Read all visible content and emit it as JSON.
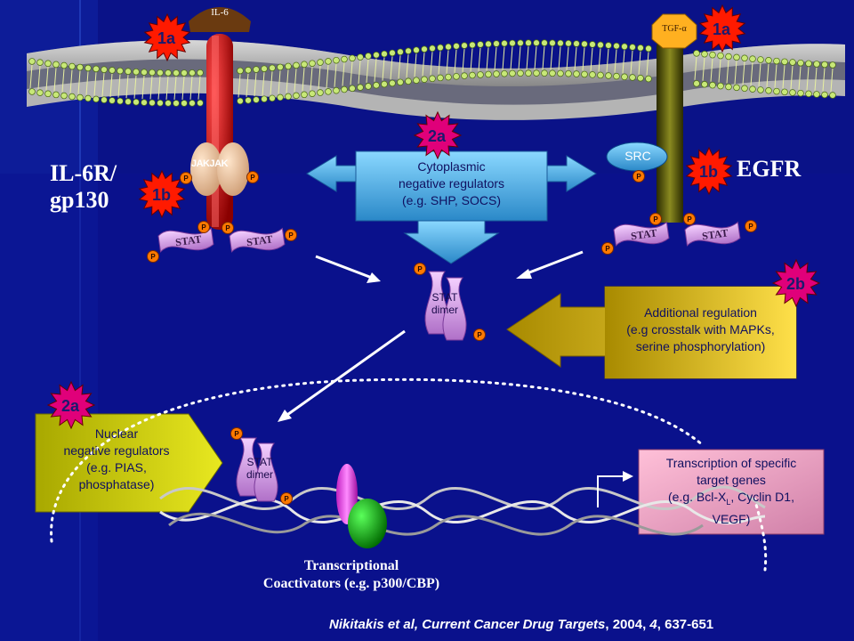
{
  "ligands": {
    "il6": "IL-6",
    "tgf": "TGF-α"
  },
  "badges": {
    "b1a": "1a",
    "b1b": "1b",
    "b2a": "2a",
    "b2b": "2b"
  },
  "receptors": {
    "left_line1": "IL-6R/",
    "left_line2": "gp130",
    "right": "EGFR"
  },
  "kinases": {
    "jak1": "JAK",
    "jak2": "JAK",
    "src": "SRC"
  },
  "phospho": "P",
  "stat": "STAT",
  "dimer": {
    "line1": "STAT",
    "line2": "dimer"
  },
  "cyto_box": {
    "line1": "Cytoplasmic",
    "line2": "negative regulators",
    "line3": "(e.g. SHP, SOCS)"
  },
  "additional_box": {
    "line1": "Additional regulation",
    "line2": "(e.g crosstalk with MAPKs,",
    "line3": "serine phosphorylation)"
  },
  "nuclear_box": {
    "line1": "Nuclear",
    "line2": "negative regulators",
    "line3": "(e.g. PIAS,",
    "line4": "phosphatase)"
  },
  "transcription_box": {
    "line1": "Transcription of specific",
    "line2": "target genes",
    "line3_pre": "(e.g. Bcl-X",
    "line3_sub": "L",
    "line3_post": ", Cyclin D1,",
    "line4": "VEGF)"
  },
  "coactivators": {
    "line1": "Transcriptional",
    "line2": "Coactivators (e.g. p300/CBP)"
  },
  "citation": {
    "authors": "Nikitakis et al, ",
    "journal": "Current Cancer Drug Targets",
    "year": ", 2004, ",
    "volume": "4",
    "pages": ", 637-651"
  },
  "colors": {
    "background": "#0b1688",
    "badge": "#ff1a00",
    "badge_pink": "#e0007a",
    "cyto_box": "#4aa8e0",
    "gold": "#e8c000",
    "pink_box": "#f0a0c0",
    "stat": "#d9a0e8",
    "phospho": "#ff7a00"
  }
}
